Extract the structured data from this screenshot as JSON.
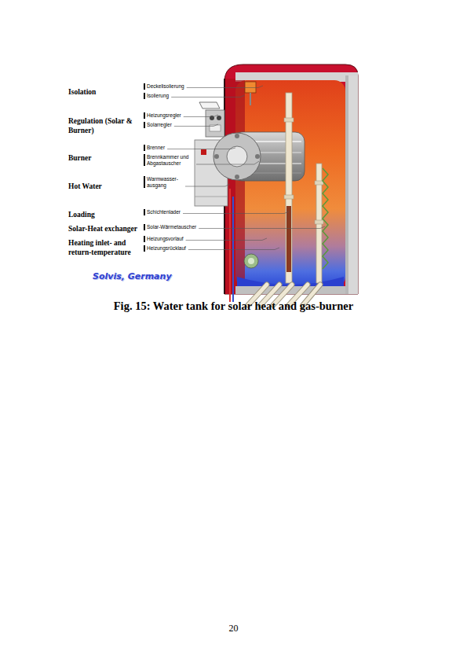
{
  "diagram": {
    "caption": "Fig. 15: Water tank for solar heat and gas-burner",
    "labels": [
      "Isolation",
      "Regulation (Solar & Burner)",
      "Burner",
      "Hot Water",
      "Loading",
      "Solar-Heat exchanger",
      "Heating inlet- and return-temperature",
      "Deckelisolierung",
      "Isolierung",
      "Heizungsregler",
      "Solarregler",
      "Brenner",
      "Brennkammer und Abgastauscher",
      "Warmwasser- ausgang",
      "Schichtenlader",
      "Solar-Wärmetauscher",
      "Heizungsvorlauf",
      "Heizungsrücklauf",
      "Solvis, Germany",
      "20"
    ]
  }
}
